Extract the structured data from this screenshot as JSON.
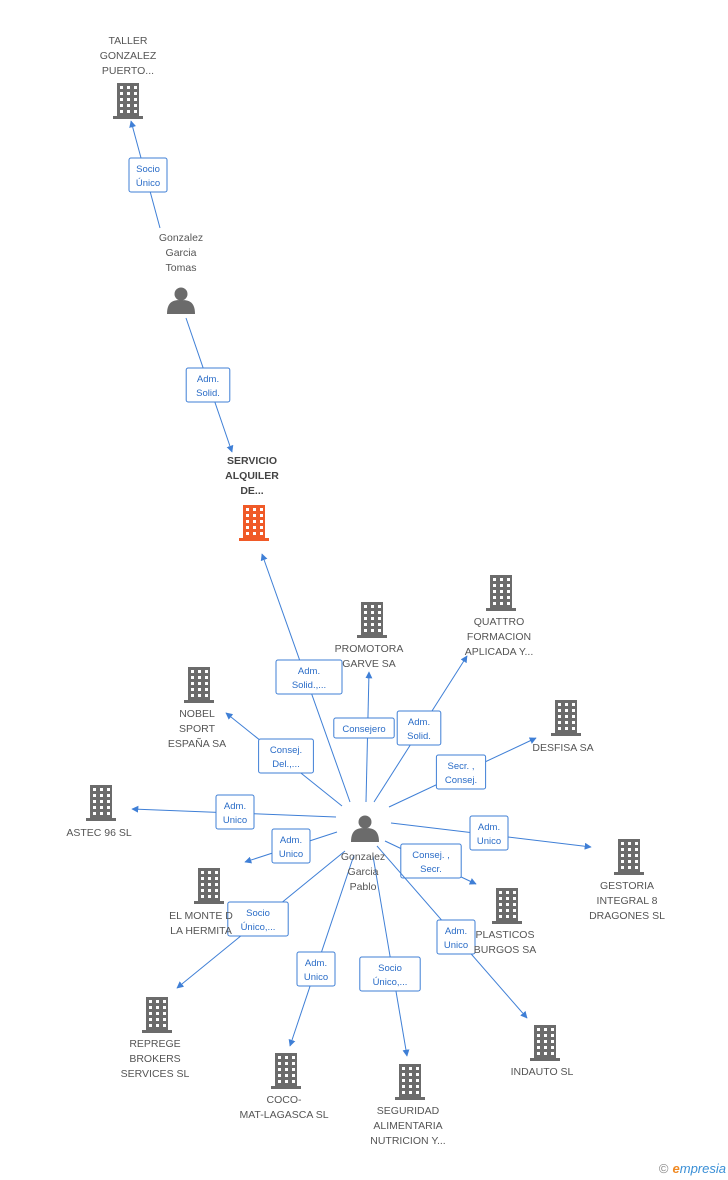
{
  "nodes": [
    {
      "id": "taller",
      "kind": "company",
      "label": [
        "TALLER",
        "GONZALEZ",
        "PUERTO..."
      ]
    },
    {
      "id": "tomas",
      "kind": "person",
      "label": [
        "Gonzalez",
        "Garcia",
        "Tomas"
      ]
    },
    {
      "id": "servicio",
      "kind": "company-main",
      "label": [
        "SERVICIO",
        "ALQUILER",
        "DE..."
      ]
    },
    {
      "id": "pablo",
      "kind": "person",
      "label": [
        "Gonzalez",
        "Garcia",
        "Pablo"
      ]
    },
    {
      "id": "promotora",
      "kind": "company",
      "label": [
        "PROMOTORA",
        "GARVE SA"
      ]
    },
    {
      "id": "quattro",
      "kind": "company",
      "label": [
        "QUATTRO",
        "FORMACION",
        "APLICADA Y..."
      ]
    },
    {
      "id": "nobel",
      "kind": "company",
      "label": [
        "NOBEL",
        "SPORT",
        "ESPAÑA SA"
      ]
    },
    {
      "id": "desfisa",
      "kind": "company",
      "label": [
        "DESFISA SA"
      ]
    },
    {
      "id": "astec",
      "kind": "company",
      "label": [
        "ASTEC 96 SL"
      ]
    },
    {
      "id": "gestoria",
      "kind": "company",
      "label": [
        "GESTORIA",
        "INTEGRAL 8",
        "DRAGONES SL"
      ]
    },
    {
      "id": "monte",
      "kind": "company",
      "label": [
        "EL MONTE D",
        "LA HERMITA"
      ]
    },
    {
      "id": "plasticos",
      "kind": "company",
      "label": [
        "PLASTICOS",
        "BURGOS SA"
      ]
    },
    {
      "id": "reprege",
      "kind": "company",
      "label": [
        "REPREGE",
        "BROKERS",
        "SERVICES SL"
      ]
    },
    {
      "id": "indauto",
      "kind": "company",
      "label": [
        "INDAUTO SL"
      ]
    },
    {
      "id": "coco",
      "kind": "company",
      "label": [
        "COCO-",
        "MAT-LAGASCA SL"
      ]
    },
    {
      "id": "seguridad",
      "kind": "company",
      "label": [
        "SEGURIDAD",
        "ALIMENTARIA",
        "NUTRICION Y..."
      ]
    }
  ],
  "edges": [
    {
      "from": "tomas",
      "to": "taller",
      "label": [
        "Socio",
        "Único"
      ]
    },
    {
      "from": "tomas",
      "to": "servicio",
      "label": [
        "Adm.",
        "Solid."
      ]
    },
    {
      "from": "pablo",
      "to": "servicio",
      "label": [
        "Adm.",
        "Solid.,..."
      ]
    },
    {
      "from": "pablo",
      "to": "promotora",
      "label": [
        "Consejero"
      ]
    },
    {
      "from": "pablo",
      "to": "quattro",
      "label": [
        "Adm.",
        "Solid."
      ]
    },
    {
      "from": "pablo",
      "to": "nobel",
      "label": [
        "Consej.",
        "Del.,..."
      ]
    },
    {
      "from": "pablo",
      "to": "desfisa",
      "label": [
        "Secr. ,",
        "Consej."
      ]
    },
    {
      "from": "pablo",
      "to": "astec",
      "label": [
        "Adm.",
        "Unico"
      ]
    },
    {
      "from": "pablo",
      "to": "gestoria",
      "label": [
        "Adm.",
        "Unico"
      ]
    },
    {
      "from": "pablo",
      "to": "monte",
      "label": [
        "Adm.",
        "Unico"
      ]
    },
    {
      "from": "pablo",
      "to": "plasticos",
      "label": [
        "Consej. ,",
        "Secr."
      ]
    },
    {
      "from": "pablo",
      "to": "reprege",
      "label": [
        "Socio",
        "Único,..."
      ]
    },
    {
      "from": "pablo",
      "to": "indauto",
      "label": [
        "Adm.",
        "Unico"
      ]
    },
    {
      "from": "pablo",
      "to": "coco",
      "label": [
        "Adm.",
        "Unico"
      ]
    },
    {
      "from": "pablo",
      "to": "seguridad",
      "label": [
        "Socio",
        "Único,..."
      ]
    }
  ],
  "colors": {
    "edge": "#3f7fd6",
    "company": "#6b6b6b",
    "main": "#f05a28",
    "person": "#6b6b6b"
  },
  "footer": {
    "symbol": "©",
    "brand_initial": "e",
    "brand_rest": "mpresia"
  }
}
